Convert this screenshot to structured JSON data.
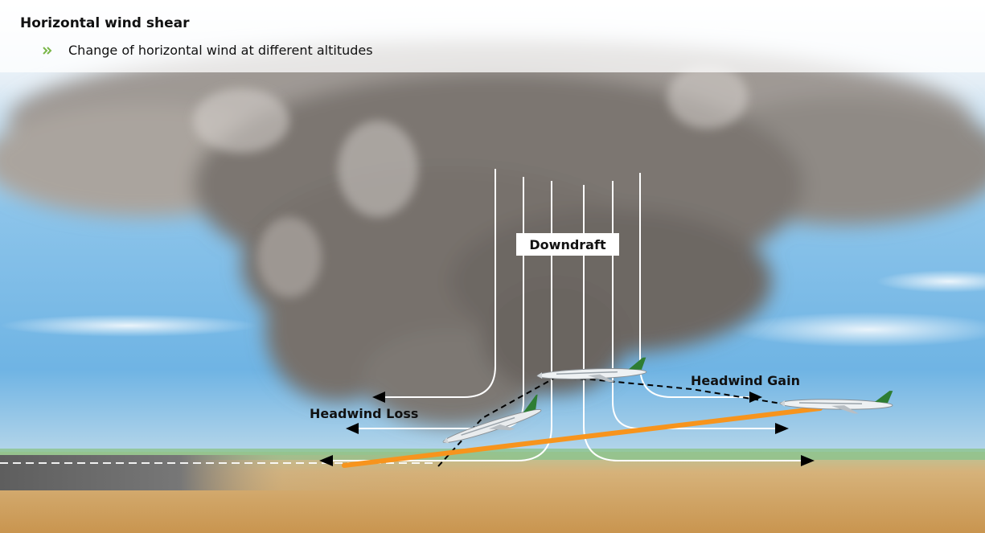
{
  "header": {
    "title": "Horizontal wind shear",
    "bullet": "Change of horizontal wind at different altitudes"
  },
  "diagram": {
    "labels": {
      "downdraft": "Downdraft",
      "headwind_loss": "Headwind Loss",
      "headwind_gain": "Headwind Gain"
    },
    "colors": {
      "sky": "#6fb4e4",
      "cloud": "#6d6864",
      "ground": "#d1a466",
      "runway": "#5e5e5e",
      "grass": "#8cc38c",
      "flight_path": "#f7941d",
      "bullet_chevron": "#7ab648",
      "airline_accent": "#2e7d32"
    },
    "icons": [
      "chevron-double-right-icon",
      "airplane-icon"
    ]
  }
}
